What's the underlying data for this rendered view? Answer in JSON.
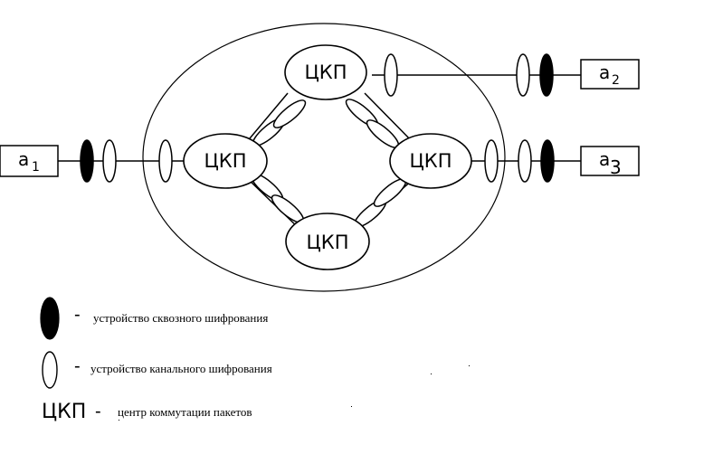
{
  "nodes": {
    "top": "ЦКП",
    "left": "ЦКП",
    "right": "ЦКП",
    "bottom": "ЦКП"
  },
  "terminals": [
    {
      "base": "a",
      "sub": "1"
    },
    {
      "base": "a",
      "sub": "2"
    },
    {
      "base": "a",
      "sub": "3"
    }
  ],
  "legend": {
    "end_to_end": {
      "dash": "-",
      "text": "устройство сквозного шифрования"
    },
    "channel": {
      "dash": "-",
      "text": "устройство канального шифрования"
    },
    "pcc": {
      "abbr": "ЦКП",
      "dash": "-",
      "text": "центр коммутации пакетов"
    }
  },
  "colors": {
    "stroke": "#000000",
    "end_to_end_fill": "#000000",
    "channel_fill": "#ffffff"
  }
}
